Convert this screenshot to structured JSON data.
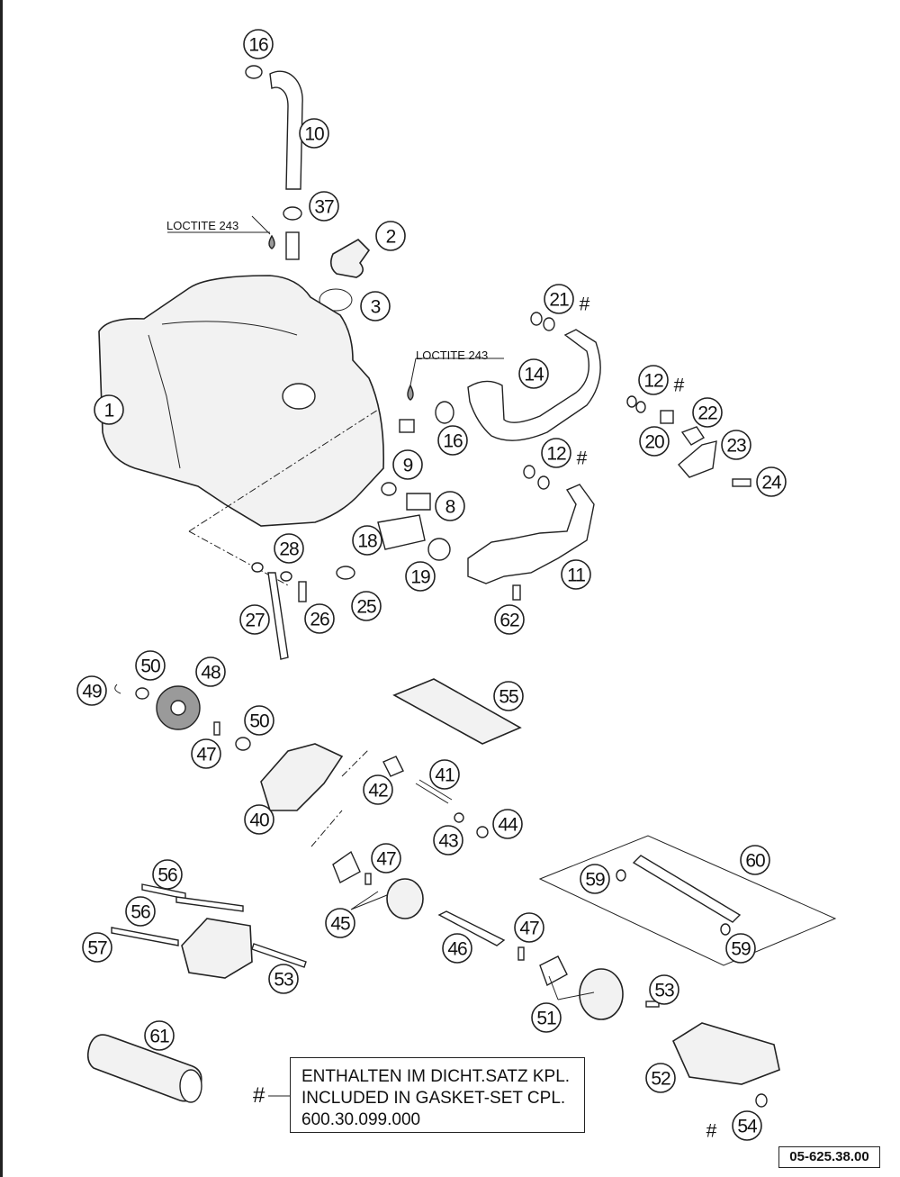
{
  "notes": {
    "loctite_top": "LOCTITE 243",
    "loctite_mid": "LOCTITE 243"
  },
  "gasket_set": {
    "marker": "#",
    "line1": "ENTHALTEN IM DICHT.SATZ KPL.",
    "line2": "INCLUDED IN GASKET-SET CPL.",
    "line3": "600.30.099.000"
  },
  "reference_number": "05-625.38.00",
  "callouts": [
    {
      "id": "c16a",
      "label": "16"
    },
    {
      "id": "c10",
      "label": "10"
    },
    {
      "id": "c37",
      "label": "37"
    },
    {
      "id": "c2",
      "label": "2"
    },
    {
      "id": "c3",
      "label": "3"
    },
    {
      "id": "c1",
      "label": "1"
    },
    {
      "id": "c21",
      "label": "21",
      "hash": "#"
    },
    {
      "id": "c14",
      "label": "14"
    },
    {
      "id": "c12a",
      "label": "12",
      "hash": "#"
    },
    {
      "id": "c22",
      "label": "22"
    },
    {
      "id": "c20",
      "label": "20"
    },
    {
      "id": "c23",
      "label": "23"
    },
    {
      "id": "c24",
      "label": "24"
    },
    {
      "id": "c16b",
      "label": "16"
    },
    {
      "id": "c9",
      "label": "9"
    },
    {
      "id": "c12b",
      "label": "12",
      "hash": "#"
    },
    {
      "id": "c8",
      "label": "8"
    },
    {
      "id": "c18",
      "label": "18"
    },
    {
      "id": "c19",
      "label": "19"
    },
    {
      "id": "c11",
      "label": "11"
    },
    {
      "id": "c28",
      "label": "28"
    },
    {
      "id": "c27",
      "label": "27"
    },
    {
      "id": "c26",
      "label": "26"
    },
    {
      "id": "c25",
      "label": "25"
    },
    {
      "id": "c62",
      "label": "62"
    },
    {
      "id": "c50a",
      "label": "50"
    },
    {
      "id": "c48",
      "label": "48"
    },
    {
      "id": "c49",
      "label": "49"
    },
    {
      "id": "c55",
      "label": "55"
    },
    {
      "id": "c50b",
      "label": "50"
    },
    {
      "id": "c47a",
      "label": "47"
    },
    {
      "id": "c41",
      "label": "41"
    },
    {
      "id": "c42",
      "label": "42"
    },
    {
      "id": "c40",
      "label": "40"
    },
    {
      "id": "c43",
      "label": "43"
    },
    {
      "id": "c44",
      "label": "44"
    },
    {
      "id": "c47b",
      "label": "47"
    },
    {
      "id": "c60",
      "label": "60"
    },
    {
      "id": "c59a",
      "label": "59"
    },
    {
      "id": "c56a",
      "label": "56"
    },
    {
      "id": "c56b",
      "label": "56"
    },
    {
      "id": "c45",
      "label": "45"
    },
    {
      "id": "c47c",
      "label": "47"
    },
    {
      "id": "c46",
      "label": "46"
    },
    {
      "id": "c59b",
      "label": "59"
    },
    {
      "id": "c57",
      "label": "57"
    },
    {
      "id": "c53a",
      "label": "53"
    },
    {
      "id": "c53b",
      "label": "53"
    },
    {
      "id": "c51",
      "label": "51"
    },
    {
      "id": "c61",
      "label": "61"
    },
    {
      "id": "c52",
      "label": "52"
    },
    {
      "id": "c54",
      "label": "54",
      "hash": "#"
    }
  ]
}
